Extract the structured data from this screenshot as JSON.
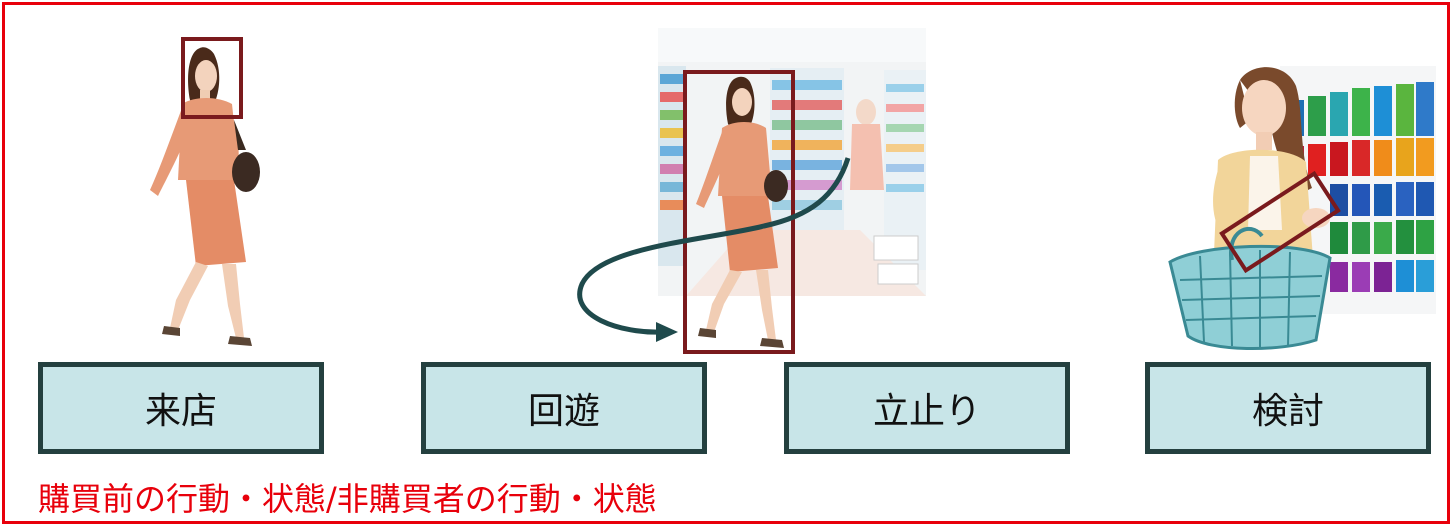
{
  "stages": [
    {
      "label": "来店"
    },
    {
      "label": "回遊"
    },
    {
      "label": "立止り"
    },
    {
      "label": "検討"
    }
  ],
  "caption": "購買前の行動・状態/非購買者の行動・状態",
  "colors": {
    "frame": "#e8000b",
    "caption": "#e8000b",
    "box_fill": "#c8e5e8",
    "box_border": "#24403f",
    "detection_box": "#7a1a1d",
    "path_arrow": "#1f4a4c"
  }
}
